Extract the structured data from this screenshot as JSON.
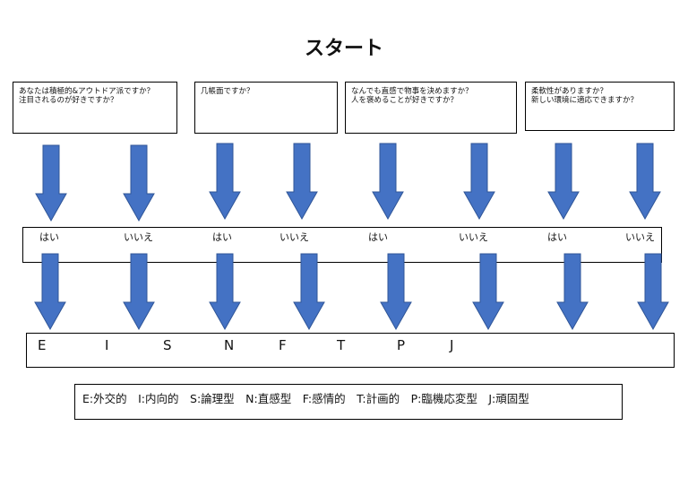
{
  "title": "スタート",
  "questions": [
    "あなたは積極的&アウトドア派ですか？\n注目されるのが好きですか？",
    "几帳面ですか？",
    "なんでも直感で物事を決めますか？\n人を褒めることが好きですか？",
    "柔軟性がありますか？\n新しい環境に適応できますか？"
  ],
  "answers": [
    "はい",
    "いいえ",
    "はい",
    "いいえ",
    "はい",
    "いいえ",
    "はい",
    "いいえ"
  ],
  "letters": [
    "E",
    "I",
    "S",
    "N",
    "F",
    "T",
    "P",
    "J"
  ],
  "legend": "E:外交的　I:内向的　S:論理型　N:直感型　F:感情的　T:計画的　P:臨機応変型　J:頑固型",
  "colors": {
    "arrow": "#4472C4",
    "border": "#000000"
  }
}
